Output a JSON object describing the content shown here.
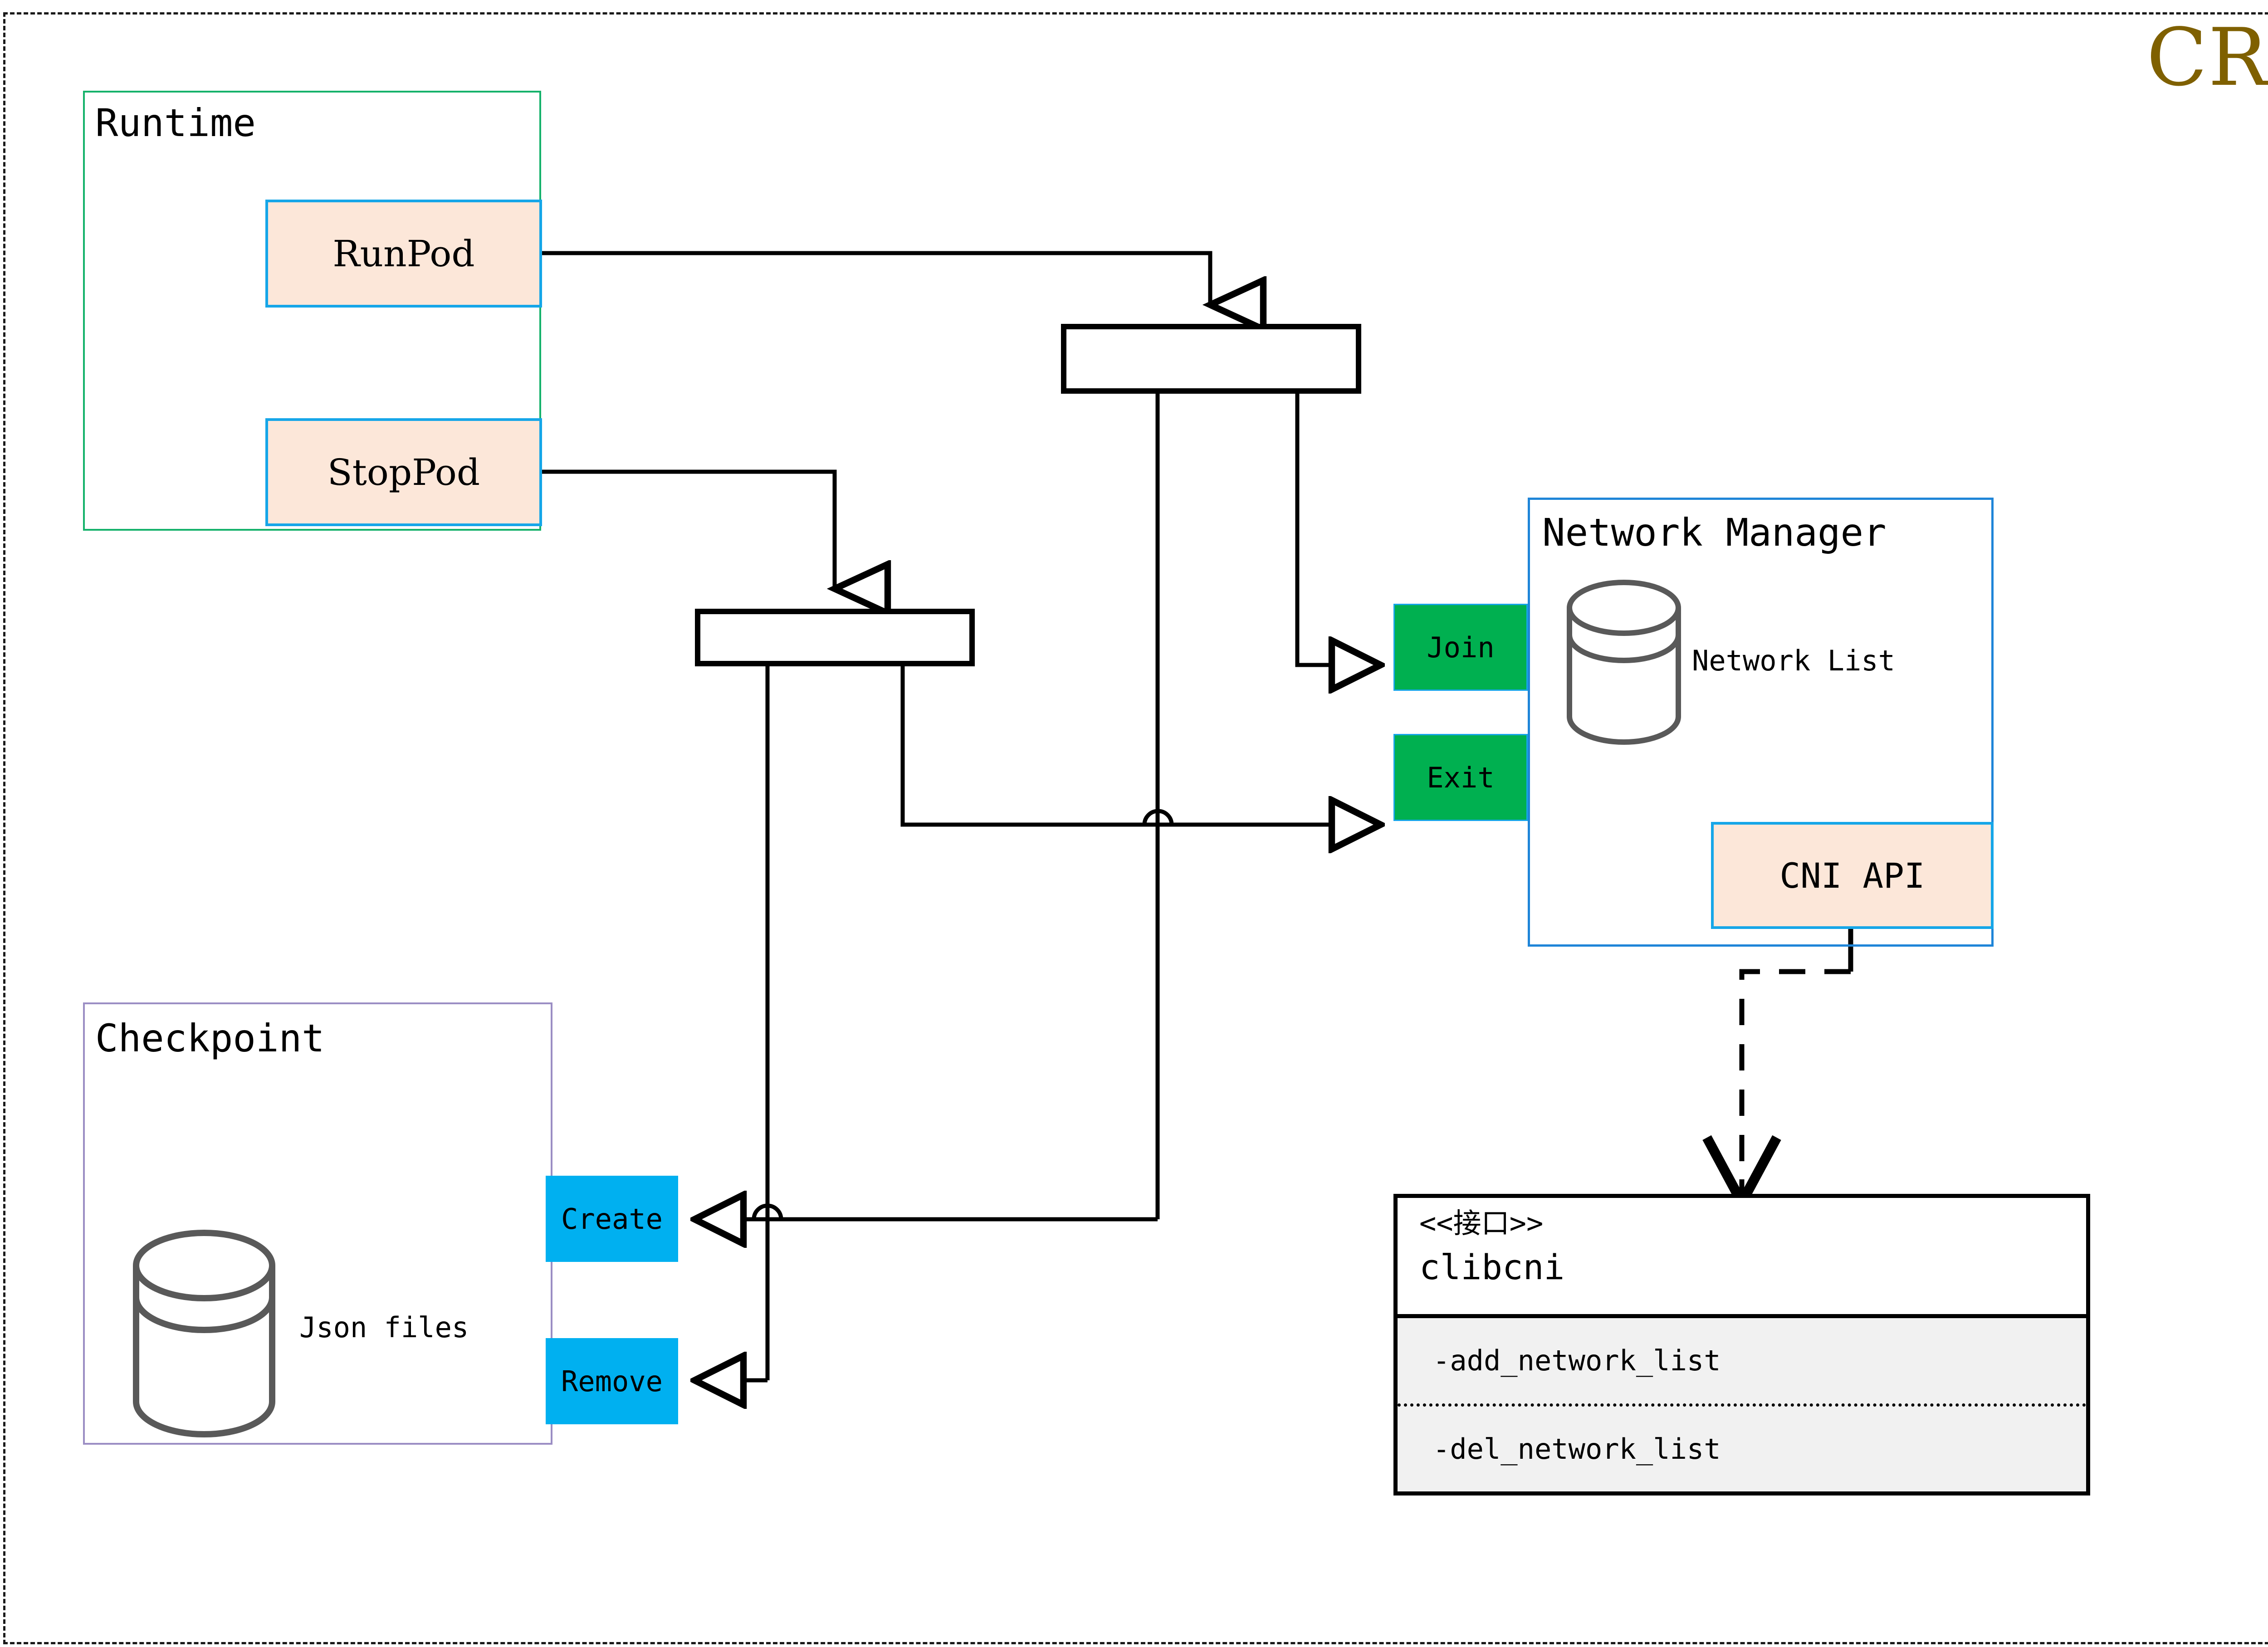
{
  "diagram": {
    "title": "CRI",
    "title_color": "#7f6000",
    "frame_style": "dashed"
  },
  "runtime": {
    "title": "Runtime",
    "border_color": "#16b26b",
    "operations": [
      {
        "label": "RunPod",
        "fill": "#fce7d9",
        "border": "#16a6e8"
      },
      {
        "label": "StopPod",
        "fill": "#fce7d9",
        "border": "#16a6e8"
      }
    ]
  },
  "checkpoint": {
    "title": "Checkpoint",
    "border_color": "#9b8ec4",
    "store_label": "Json files",
    "operations": [
      {
        "label": "Create",
        "fill": "#00b0f0"
      },
      {
        "label": "Remove",
        "fill": "#00b0f0"
      }
    ]
  },
  "network_manager": {
    "title": "Network Manager",
    "border_color": "#1f85d8",
    "store_label": "Network List",
    "ports": [
      {
        "label": "Join",
        "fill": "#00b050"
      },
      {
        "label": "Exit",
        "fill": "#00b050"
      }
    ],
    "api_box": {
      "label": "CNI API",
      "fill": "#fce7d9",
      "border": "#16a6e8"
    }
  },
  "clibcni": {
    "stereotype": "<<接口>>",
    "name": "clibcni",
    "methods": [
      "-add_network_list",
      "-del_network_list"
    ]
  }
}
